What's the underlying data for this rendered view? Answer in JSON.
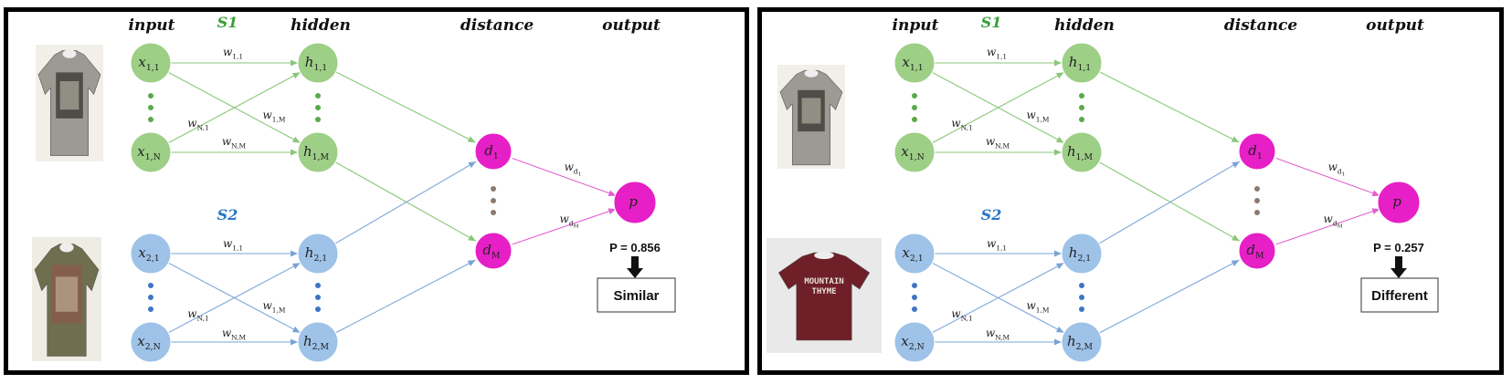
{
  "panels": [
    {
      "headers": {
        "input": "input",
        "s1": "S1",
        "hidden": "hidden",
        "distance": "distance",
        "output": "output",
        "s2": "S2"
      },
      "nodes": {
        "x11": {
          "base": "x",
          "sub": "1,1"
        },
        "x1N": {
          "base": "x",
          "sub": "1,N"
        },
        "h11": {
          "base": "h",
          "sub": "1,1"
        },
        "h1M": {
          "base": "h",
          "sub": "1,M"
        },
        "x21": {
          "base": "x",
          "sub": "2,1"
        },
        "x2N": {
          "base": "x",
          "sub": "2,N"
        },
        "h21": {
          "base": "h",
          "sub": "2,1"
        },
        "h2M": {
          "base": "h",
          "sub": "2,M"
        },
        "d1": {
          "base": "d",
          "sub": "1"
        },
        "dM": {
          "base": "d",
          "sub": "M"
        },
        "p": {
          "base": "p",
          "sub": ""
        }
      },
      "weights": {
        "top_w11": {
          "base": "w",
          "sub": "1,1"
        },
        "top_wN1": {
          "base": "w",
          "sub": "N,1"
        },
        "top_w1M": {
          "base": "w",
          "sub": "1,M"
        },
        "top_wNM": {
          "base": "w",
          "sub": "N,M"
        },
        "bot_w11": {
          "base": "w",
          "sub": "1,1"
        },
        "bot_wN1": {
          "base": "w",
          "sub": "N,1"
        },
        "bot_w1M": {
          "base": "w",
          "sub": "1,M"
        },
        "bot_wNM": {
          "base": "w",
          "sub": "N,M"
        },
        "wd1": {
          "base": "w",
          "sub": "d",
          "subsub": "1"
        },
        "wdM": {
          "base": "w",
          "sub": "d",
          "subsub": "M"
        }
      },
      "probability": "P = 0.856",
      "result": "Similar",
      "top_image": {
        "kind": "grey-printed-tshirt",
        "color": "#9c9a93"
      },
      "bottom_image": {
        "kind": "olive-printed-tshirt",
        "color": "#6f6e4e"
      }
    },
    {
      "headers": {
        "input": "input",
        "s1": "S1",
        "hidden": "hidden",
        "distance": "distance",
        "output": "output",
        "s2": "S2"
      },
      "nodes": {
        "x11": {
          "base": "x",
          "sub": "1,1"
        },
        "x1N": {
          "base": "x",
          "sub": "1,N"
        },
        "h11": {
          "base": "h",
          "sub": "1,1"
        },
        "h1M": {
          "base": "h",
          "sub": "1,M"
        },
        "x21": {
          "base": "x",
          "sub": "2,1"
        },
        "x2N": {
          "base": "x",
          "sub": "2,N"
        },
        "h21": {
          "base": "h",
          "sub": "2,1"
        },
        "h2M": {
          "base": "h",
          "sub": "2,M"
        },
        "d1": {
          "base": "d",
          "sub": "1"
        },
        "dM": {
          "base": "d",
          "sub": "M"
        },
        "p": {
          "base": "p",
          "sub": ""
        }
      },
      "weights": {
        "top_w11": {
          "base": "w",
          "sub": "1,1"
        },
        "top_wN1": {
          "base": "w",
          "sub": "N,1"
        },
        "top_w1M": {
          "base": "w",
          "sub": "1,M"
        },
        "top_wNM": {
          "base": "w",
          "sub": "N,M"
        },
        "bot_w11": {
          "base": "w",
          "sub": "1,1"
        },
        "bot_wN1": {
          "base": "w",
          "sub": "N,1"
        },
        "bot_w1M": {
          "base": "w",
          "sub": "1,M"
        },
        "bot_wNM": {
          "base": "w",
          "sub": "N,M"
        },
        "wd1": {
          "base": "w",
          "sub": "d",
          "subsub": "1"
        },
        "wdM": {
          "base": "w",
          "sub": "d",
          "subsub": "M"
        }
      },
      "probability": "P = 0.257",
      "result": "Different",
      "top_image": {
        "kind": "grey-printed-tshirt",
        "color": "#9c9a93"
      },
      "bottom_image": {
        "kind": "maroon-tshirt",
        "color": "#6e1f28",
        "print_line1": "MOUNTAIN",
        "print_line2": "THYME"
      }
    }
  ],
  "colors": {
    "green_node": "#9dcf86",
    "blue_node": "#9ec2e8",
    "magenta_node": "#e61fc6",
    "green_line": "#8bc77a",
    "blue_line": "#7aa4d8",
    "magenta_line": "#e060d0",
    "s1_label": "#3a9e3a",
    "s2_label": "#2a78c4",
    "dot_green": "#5aa84a",
    "dot_blue": "#3f74c4",
    "dot_brown": "#8c7a6e"
  }
}
